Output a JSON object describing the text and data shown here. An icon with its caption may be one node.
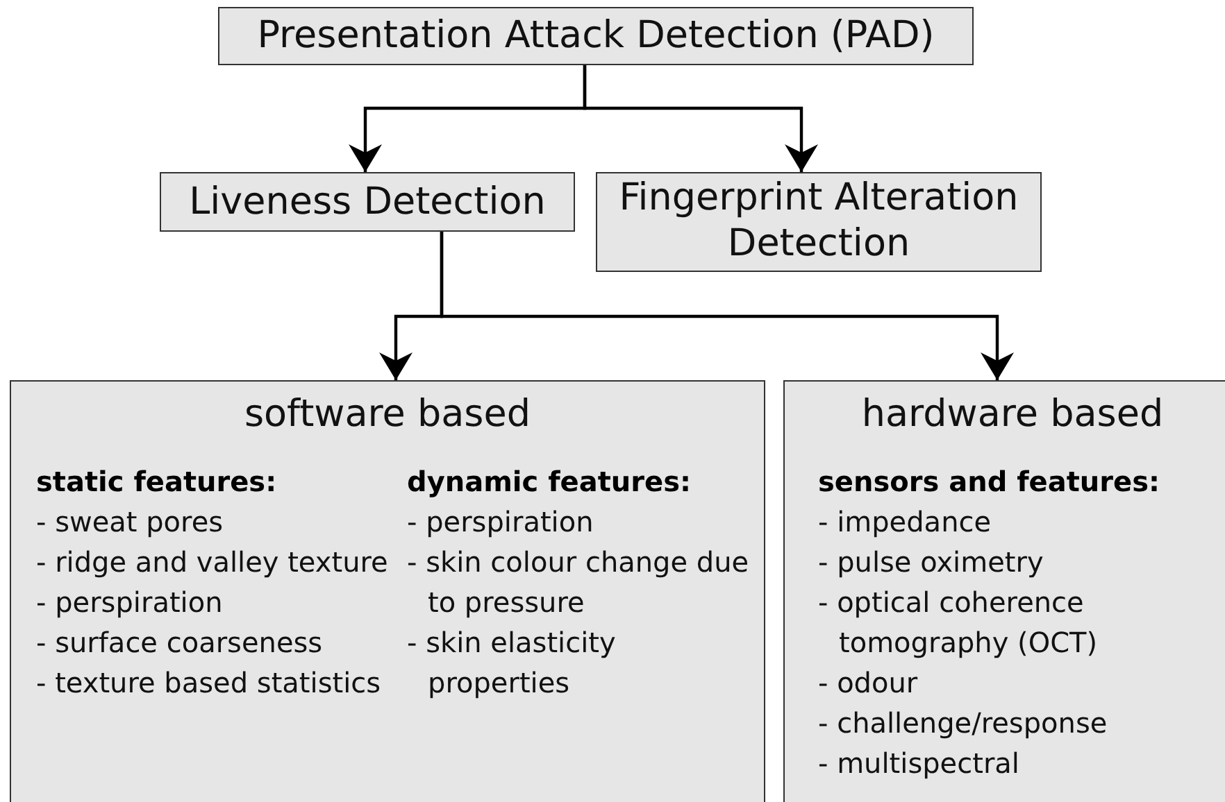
{
  "diagram": {
    "nodes": [
      {
        "text": [
          "Presentation Attack Detection (PAD)"
        ]
      },
      {
        "text": [
          "Liveness Detection"
        ]
      },
      {
        "text": [
          "Fingerprint Alteration Detection"
        ]
      },
      {
        "text": [
          "software based",
          "static features:",
          "- sweat pores",
          "- ridge and valley texture",
          "- perspiration",
          "- surface coarseness",
          "- texture based statistics",
          "dynamic features:",
          "- perspiration",
          "- skin colour change due to pressure",
          "- skin elasticity properties"
        ]
      },
      {
        "text": [
          "hardware based",
          "sensors and features:",
          "- impedance",
          "- pulse oximetry",
          "- optical coherence tomography (OCT)",
          "- odour",
          "- challenge/response",
          "- multispectral"
        ]
      }
    ],
    "edges": [
      {
        "from": 0,
        "to": 1,
        "arrow": "to"
      },
      {
        "from": 0,
        "to": 2,
        "arrow": "to"
      },
      {
        "from": 1,
        "to": 3,
        "arrow": "to"
      },
      {
        "from": 1,
        "to": 4,
        "arrow": "to"
      }
    ]
  }
}
